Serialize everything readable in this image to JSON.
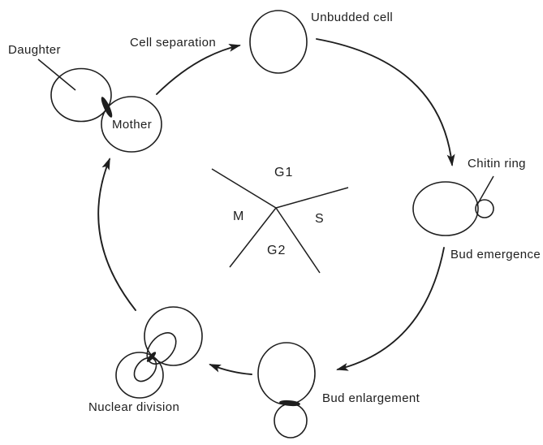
{
  "diagram": {
    "stage_labels": {
      "unbudded_cell": "Unbudded cell",
      "chitin_ring": "Chitin ring",
      "bud_emergence": "Bud emergence",
      "bud_enlargement": "Bud enlargement",
      "nuclear_division": "Nuclear division",
      "cell_separation": "Cell separation"
    },
    "cell_labels": {
      "daughter": "Daughter",
      "mother": "Mother"
    },
    "phases": {
      "g1": "G1",
      "s": "S",
      "g2": "G2",
      "m": "M"
    },
    "colors": {
      "ink": "#1e1e1e",
      "background": "#ffffff"
    }
  }
}
